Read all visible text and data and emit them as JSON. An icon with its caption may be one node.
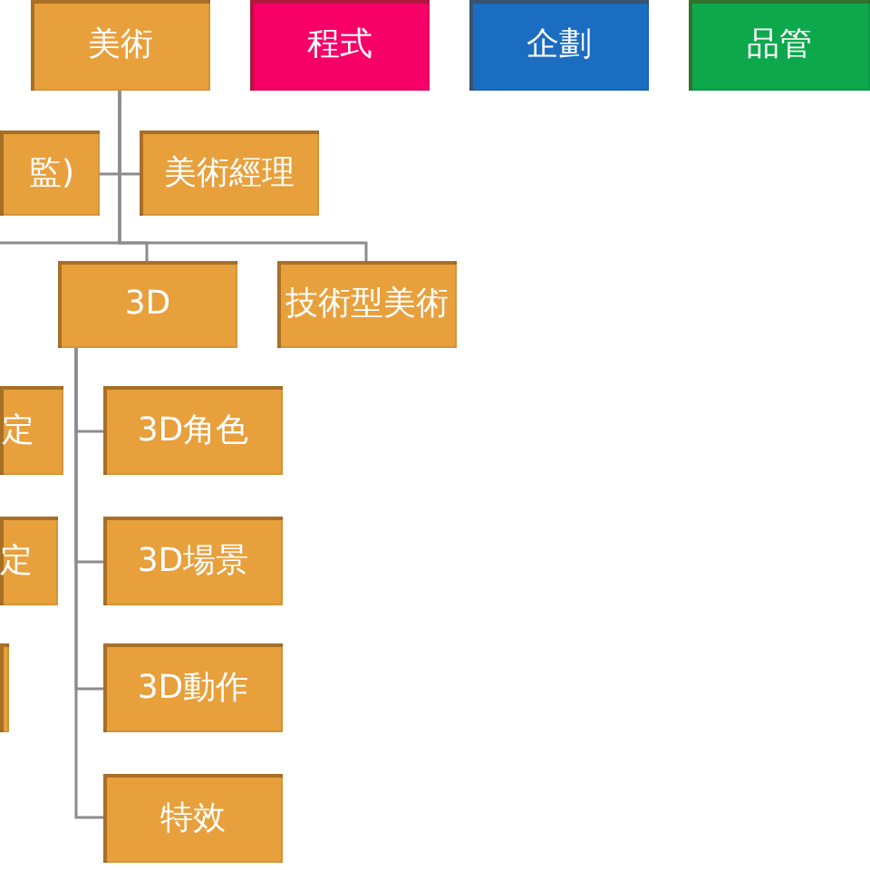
{
  "diagram": {
    "nodes": [
      {
        "text": [
          "美術"
        ]
      },
      {
        "text": [
          "程式"
        ]
      },
      {
        "text": [
          "企劃"
        ]
      },
      {
        "text": [
          "品管"
        ]
      },
      {
        "text": [
          "監)"
        ]
      },
      {
        "text": [
          "美術經理"
        ]
      },
      {
        "text": [
          "3D"
        ]
      },
      {
        "text": [
          "技術型美術"
        ]
      },
      {
        "text": [
          "定"
        ]
      },
      {
        "text": [
          "3D角色"
        ]
      },
      {
        "text": [
          "定"
        ]
      },
      {
        "text": [
          "3D場景"
        ]
      },
      {
        "text": [],
        "shape": "box"
      },
      {
        "text": [
          "3D動作"
        ]
      },
      {
        "text": [
          "特效"
        ]
      }
    ],
    "edges": [
      {
        "from": 0,
        "to": 4,
        "arrow": "none"
      },
      {
        "from": 0,
        "to": 5,
        "arrow": "none"
      },
      {
        "from": 0,
        "to": 6,
        "arrow": "none"
      },
      {
        "from": 0,
        "to": 7,
        "arrow": "none"
      },
      {
        "from": 0,
        "to": null,
        "arrow": "none"
      },
      {
        "from": 6,
        "to": 9,
        "arrow": "none"
      },
      {
        "from": 6,
        "to": 11,
        "arrow": "none"
      },
      {
        "from": 6,
        "to": 13,
        "arrow": "none"
      },
      {
        "from": 6,
        "to": 14,
        "arrow": "none"
      }
    ]
  }
}
